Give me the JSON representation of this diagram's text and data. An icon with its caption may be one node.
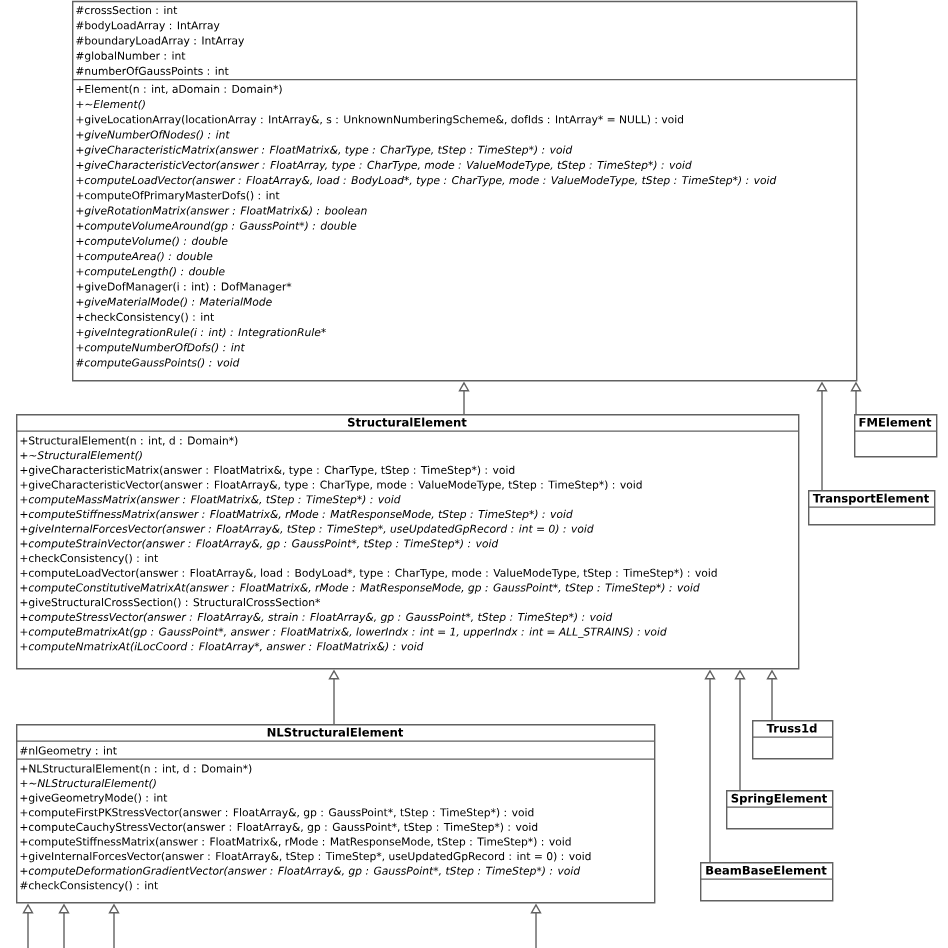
{
  "diagram": {
    "nodes": [
      {
        "text": [
          "#crossSection : int",
          "#bodyLoadArray : IntArray",
          "#boundaryLoadArray : IntArray",
          "#globalNumber : int",
          "#numberOfGaussPoints : int",
          "+Element(n : int, aDomain : Domain*)",
          "+~Element()",
          "+giveLocationArray(locationArray : IntArray&, s : UnknownNumberingScheme&, dofIds : IntArray* = NULL) : void",
          "+giveNumberOfNodes() : int",
          "+giveCharacteristicMatrix(answer : FloatMatrix&, type : CharType, tStep : TimeStep*) : void",
          "+giveCharacteristicVector(answer : FloatArray, type : CharType, mode : ValueModeType, tStep : TimeStep*) : void",
          "+computeLoadVector(answer : FloatArray&, load : BodyLoad*, type : CharType, mode : ValueModeType, tStep : TimeStep*) : void",
          "+computeOfPrimaryMasterDofs() : int",
          "+giveRotationMatrix(answer : FloatMatrix&) : boolean",
          "+computeVolumeAround(gp : GaussPoint*) : double",
          "+computeVolume() : double",
          "+computeArea() : double",
          "+computeLength() : double",
          "+giveDofManager(i : int) : DofManager*",
          "+giveMaterialMode() : MaterialMode",
          "+checkConsistency() : int",
          "+giveIntegrationRule(i : int) : IntegrationRule*",
          "+computeNumberOfDofs() : int",
          "#computeGaussPoints() : void"
        ]
      },
      {
        "text": [
          "StructuralElement",
          "+StructuralElement(n : int, d : Domain*)",
          "+~StructuralElement()",
          "+giveCharacteristicMatrix(answer : FloatMatrix&, type : CharType, tStep : TimeStep*) : void",
          "+giveCharacteristicVector(answer : FloatArray&, type : CharType, mode : ValueModeType, tStep : TimeStep*) : void",
          "+computeMassMatrix(answer : FloatMatrix&, tStep : TimeStep*) : void",
          "+computeStiffnessMatrix(answer : FloatMatrix&, rMode : MatResponseMode, tStep : TimeStep*) : void",
          "+giveInternalForcesVector(answer : FloatArray&, tStep : TimeStep*, useUpdatedGpRecord : int = 0) : void",
          "+computeStrainVector(answer : FloatArray&, gp : GaussPoint*, tStep : TimeStep*) : void",
          "+checkConsistency() : int",
          "+computeLoadVector(answer : FloatArray&, load : BodyLoad*, type : CharType, mode : ValueModeType, tStep : TimeStep*) : void",
          "+computeConstitutiveMatrixAt(answer : FloatMatrix&, rMode : MatResponseMode, gp : GaussPoint*, tStep : TimeStep*) : void",
          "+giveStructuralCrossSection() : StructuralCrossSection*",
          "+computeStressVector(answer : FloatArray&, strain : FloatArray&, gp : GaussPoint*, tStep : TimeStep*) : void",
          "+computeBmatrixAt(gp : GaussPoint*, answer : FloatMatrix&, lowerIndx : int = 1, upperIndx : int = ALL_STRAINS) : void",
          "+computeNmatrixAt(iLocCoord : FloatArray*, answer : FloatMatrix&) : void"
        ]
      },
      {
        "text": [
          "FMElement"
        ]
      },
      {
        "text": [
          "TransportElement"
        ]
      },
      {
        "text": [
          "NLStructuralElement",
          "#nlGeometry : int",
          "+NLStructuralElement(n : int, d : Domain*)",
          "+~NLStructuralElement()",
          "+giveGeometryMode() : int",
          "+computeFirstPKStressVector(answer : FloatArray&, gp : GaussPoint*, tStep : TimeStep*) : void",
          "+computeCauchyStressVector(answer : FloatArray&, gp : GaussPoint*, tStep : TimeStep*) : void",
          "+computeStiffnessMatrix(answer : FloatMatrix&, rMode : MatResponseMode, tStep : TimeStep*) : void",
          "+giveInternalForcesVector(answer : FloatArray&, tStep : TimeStep*, useUpdatedGpRecord : int = 0) : void",
          "+computeDeformationGradientVector(answer : FloatArray&, gp : GaussPoint*, tStep : TimeStep*) : void",
          "#checkConsistency() : int"
        ]
      },
      {
        "text": [
          "Truss1d"
        ]
      },
      {
        "text": [
          "SpringElement"
        ]
      },
      {
        "text": [
          "BeamBaseElement"
        ]
      }
    ],
    "edges": [
      {
        "from": 1,
        "to": 0,
        "arrow": "to"
      },
      {
        "from": 2,
        "to": 0,
        "arrow": "to"
      },
      {
        "from": 3,
        "to": 0,
        "arrow": "to"
      },
      {
        "from": 4,
        "to": 1,
        "arrow": "to"
      },
      {
        "from": 5,
        "to": 1,
        "arrow": "to"
      },
      {
        "from": 6,
        "to": 1,
        "arrow": "to"
      },
      {
        "from": 7,
        "to": 1,
        "arrow": "to"
      },
      {
        "from": null,
        "to": 4,
        "arrow": "to"
      },
      {
        "from": null,
        "to": 4,
        "arrow": "to"
      },
      {
        "from": null,
        "to": 4,
        "arrow": "to"
      },
      {
        "from": null,
        "to": 4,
        "arrow": "to"
      }
    ]
  }
}
